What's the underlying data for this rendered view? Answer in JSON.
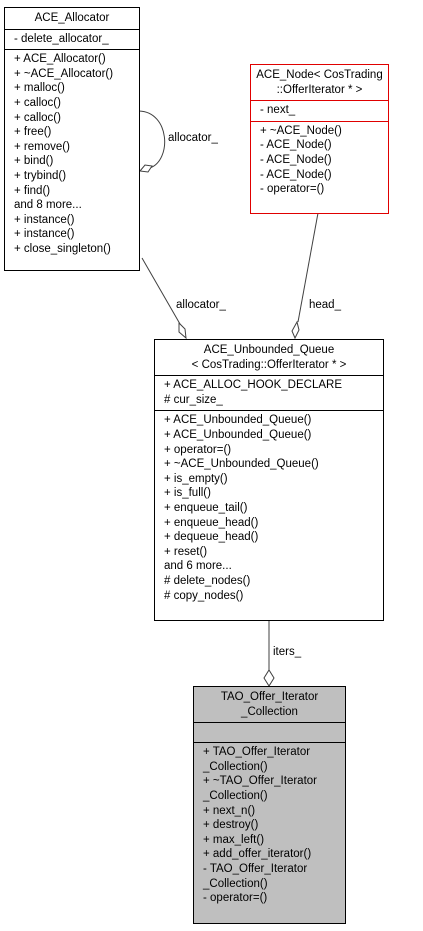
{
  "allocator": {
    "title": "ACE_Allocator",
    "attributes": [
      "- delete_allocator_"
    ],
    "methods": [
      "+ ACE_Allocator()",
      "+ ~ACE_Allocator()",
      "+ malloc()",
      "+ calloc()",
      "+ calloc()",
      "+ free()",
      "+ remove()",
      "+ bind()",
      "+ trybind()",
      "+ find()",
      "and 8 more...",
      "+ instance()",
      "+ instance()",
      "+ close_singleton()"
    ]
  },
  "node": {
    "title": [
      "ACE_Node< CosTrading",
      "::OfferIterator * >"
    ],
    "attributes": [
      "- next_"
    ],
    "methods": [
      "+ ~ACE_Node()",
      "- ACE_Node()",
      "- ACE_Node()",
      "- ACE_Node()",
      "- operator=()"
    ]
  },
  "queue": {
    "title": [
      "ACE_Unbounded_Queue",
      "< CosTrading::OfferIterator * >"
    ],
    "attributes": [
      "+ ACE_ALLOC_HOOK_DECLARE",
      "# cur_size_"
    ],
    "methods": [
      "+ ACE_Unbounded_Queue()",
      "+ ACE_Unbounded_Queue()",
      "+ operator=()",
      "+ ~ACE_Unbounded_Queue()",
      "+ is_empty()",
      "+ is_full()",
      "+ enqueue_tail()",
      "+ enqueue_head()",
      "+ dequeue_head()",
      "+ reset()",
      "and 6 more...",
      "# delete_nodes()",
      "# copy_nodes()"
    ]
  },
  "collection": {
    "title": [
      "TAO_Offer_Iterator",
      "_Collection"
    ],
    "attributes": [],
    "methods": [
      "+ TAO_Offer_Iterator",
      "_Collection()",
      "+ ~TAO_Offer_Iterator",
      "_Collection()",
      "+ next_n()",
      "+ destroy()",
      "+ max_left()",
      "+ add_offer_iterator()",
      "- TAO_Offer_Iterator",
      "_Collection()",
      "- operator=()"
    ]
  },
  "edges": {
    "self_allocator": "allocator_",
    "allocator_to_queue": "allocator_",
    "node_to_queue": "head_",
    "queue_to_collection": "iters_"
  }
}
